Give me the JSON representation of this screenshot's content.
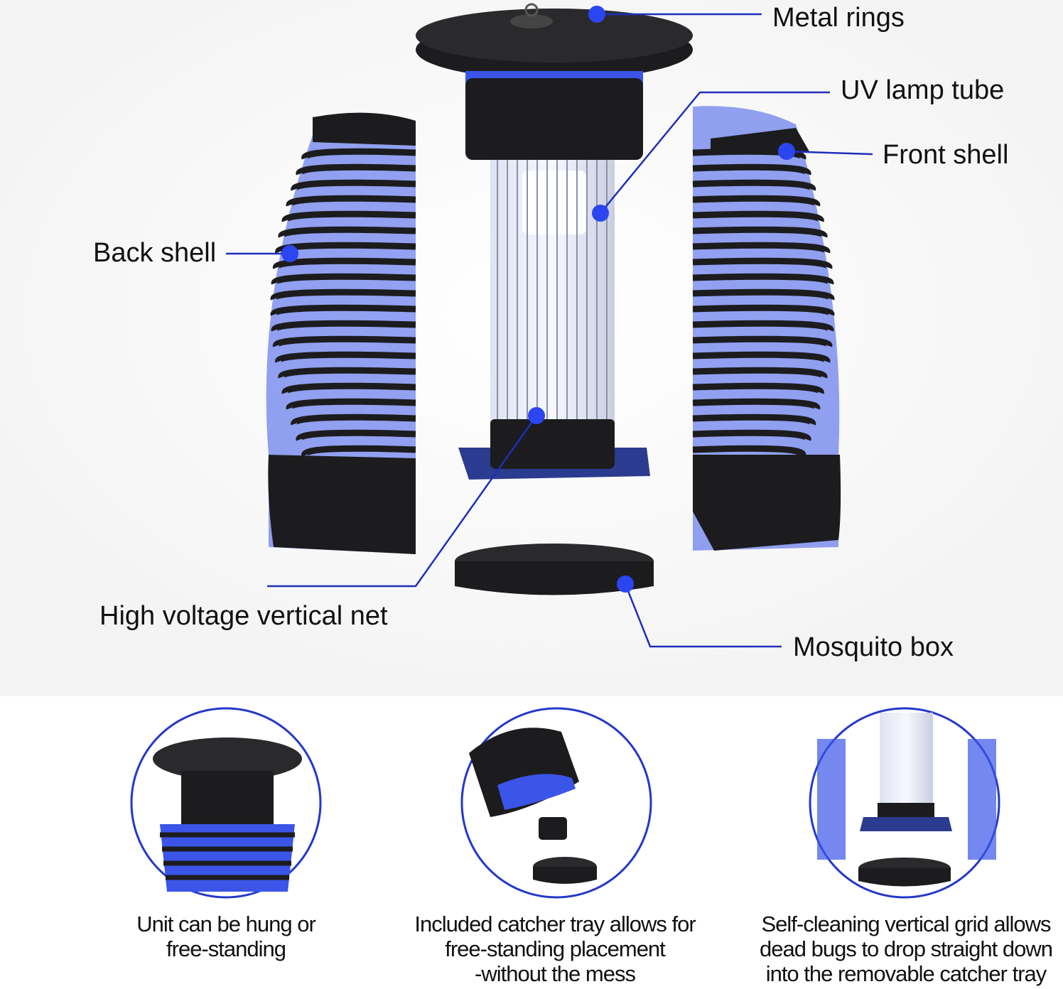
{
  "colors": {
    "accent": "#1f2fb8",
    "dot": "#2b45f0",
    "product": "#1c1c1e",
    "glow": "#3a55e8"
  },
  "labels": {
    "metal_rings": "Metal rings",
    "uv_lamp_tube": "UV lamp tube",
    "front_shell": "Front shell",
    "back_shell": "Back shell",
    "high_voltage_net": "High voltage vertical net",
    "mosquito_box": "Mosquito box"
  },
  "features": [
    {
      "lines": [
        "Unit can be hung or",
        "free-standing"
      ]
    },
    {
      "lines": [
        "Included catcher tray allows for",
        "free-standing placement",
        "-without the mess"
      ]
    },
    {
      "lines": [
        "Self-cleaning vertical grid allows",
        "dead bugs to drop straight down",
        "into the removable catcher tray"
      ]
    }
  ]
}
